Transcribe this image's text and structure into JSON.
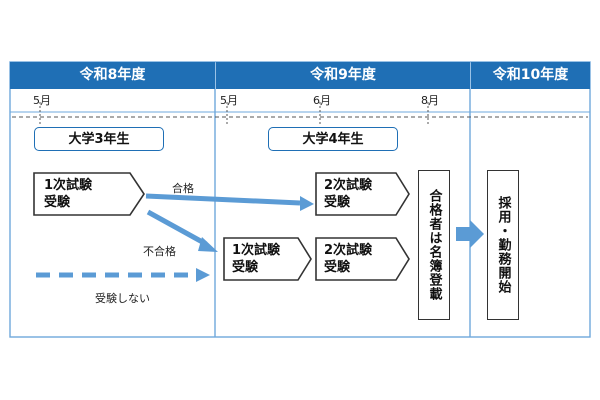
{
  "headers": {
    "r8": "令和8年度",
    "r9": "令和9年度",
    "r10": "令和10年度"
  },
  "months": {
    "m5_r8": "5月",
    "m5_r9": "5月",
    "m6_r9": "6月",
    "m8_r9": "8月"
  },
  "grades": {
    "g3": "大学3年生",
    "g4": "大学4年生"
  },
  "exam": {
    "first_line1": "1次試験",
    "first_line2": "受験",
    "second_line1": "2次試験",
    "second_line2": "受験"
  },
  "arrows": {
    "pass": "合格",
    "fail": "不合格",
    "no_exam": "受験しない"
  },
  "vertical": {
    "registry": "合格者は名簿登載",
    "hire": "採用・勤務開始"
  },
  "colors": {
    "header": "#1f6fb5",
    "arrow": "#5b9bd5",
    "border": "#6fa8dc"
  }
}
